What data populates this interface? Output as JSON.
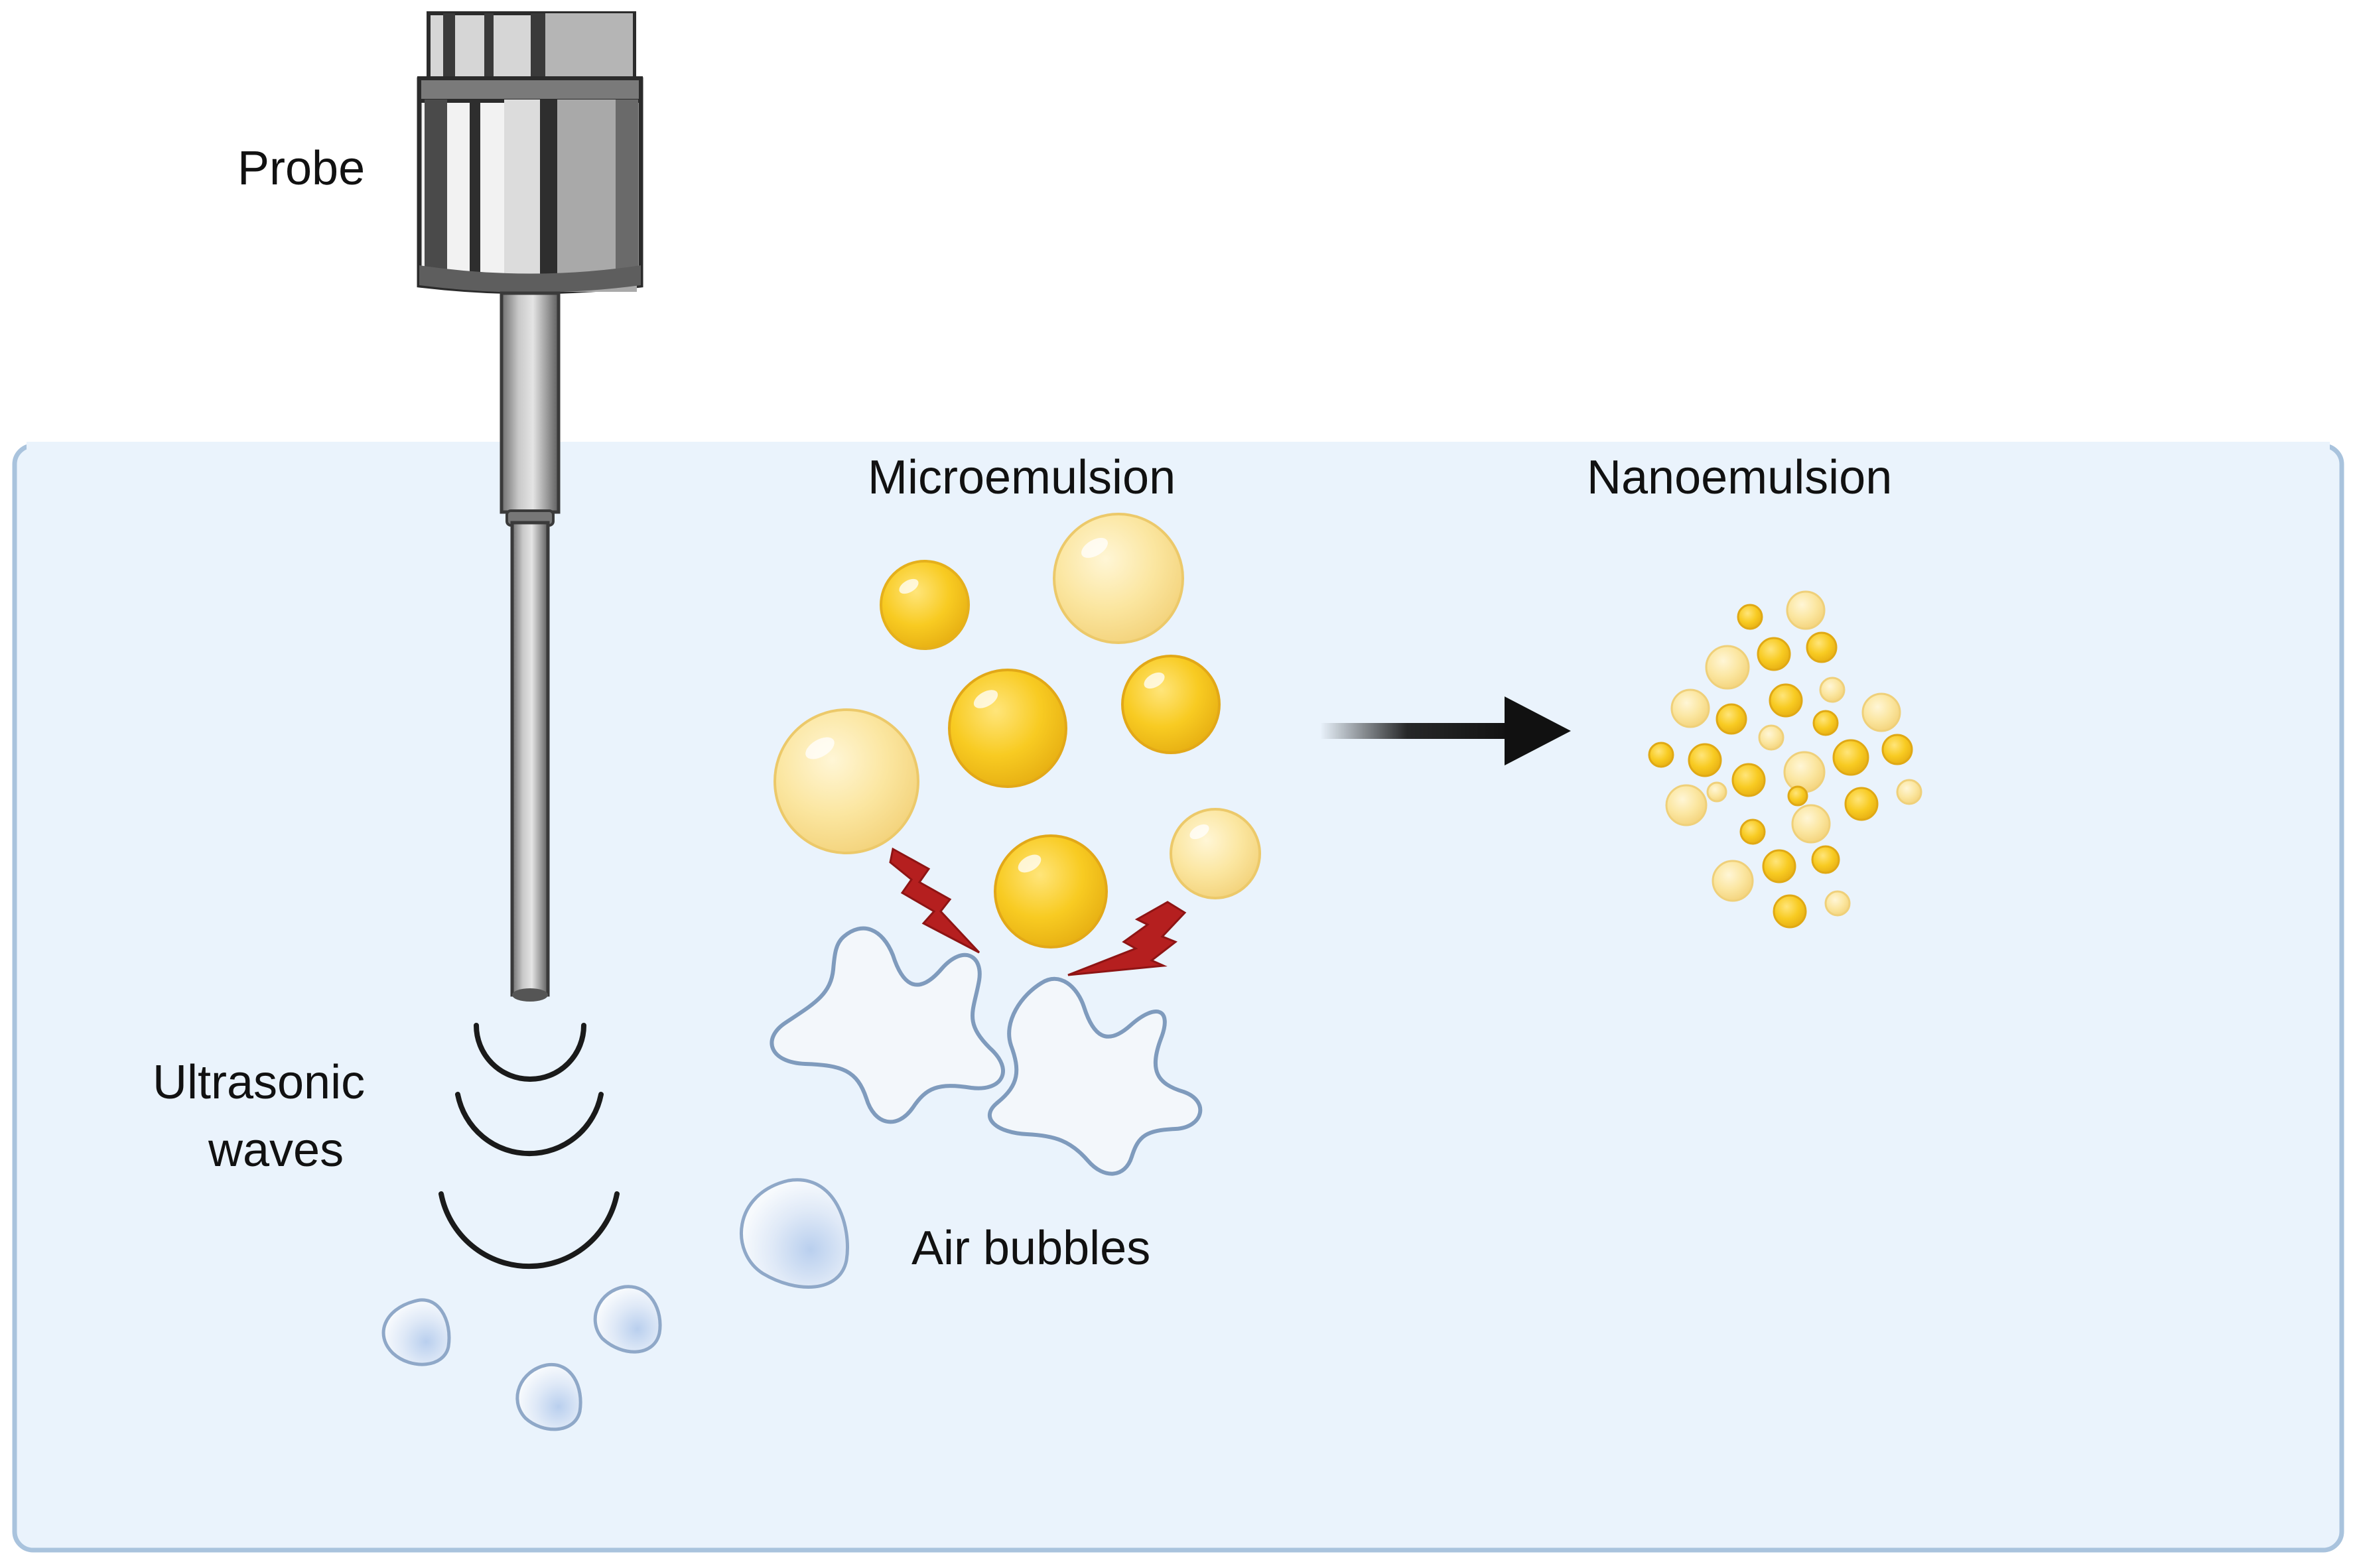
{
  "labels": {
    "probe": "Probe",
    "ultrasonic_line1": "Ultrasonic",
    "ultrasonic_line2": "waves",
    "microemulsion": "Microemulsion",
    "nanoemulsion": "Nanoemulsion",
    "air_bubbles": "Air bubbles"
  },
  "colors": {
    "liquid_fill": "#eaf3fc",
    "liquid_border": "#a9c3dd",
    "droplet_light": "#fbe6a0",
    "droplet_dark": "#f6c829",
    "lightning": "#b51f1f",
    "bubble_outline": "#7f9bbd",
    "bubble_fill": "#f3f7fb",
    "arrow": "#111111",
    "probe_metal": "#8f8f8f"
  },
  "icons": {
    "probe": "sonicator-probe-icon",
    "waves": "ultrasonic-wave-arcs",
    "cavitation": "lightning-bolt-icon",
    "process_arrow": "right-arrow-icon"
  }
}
